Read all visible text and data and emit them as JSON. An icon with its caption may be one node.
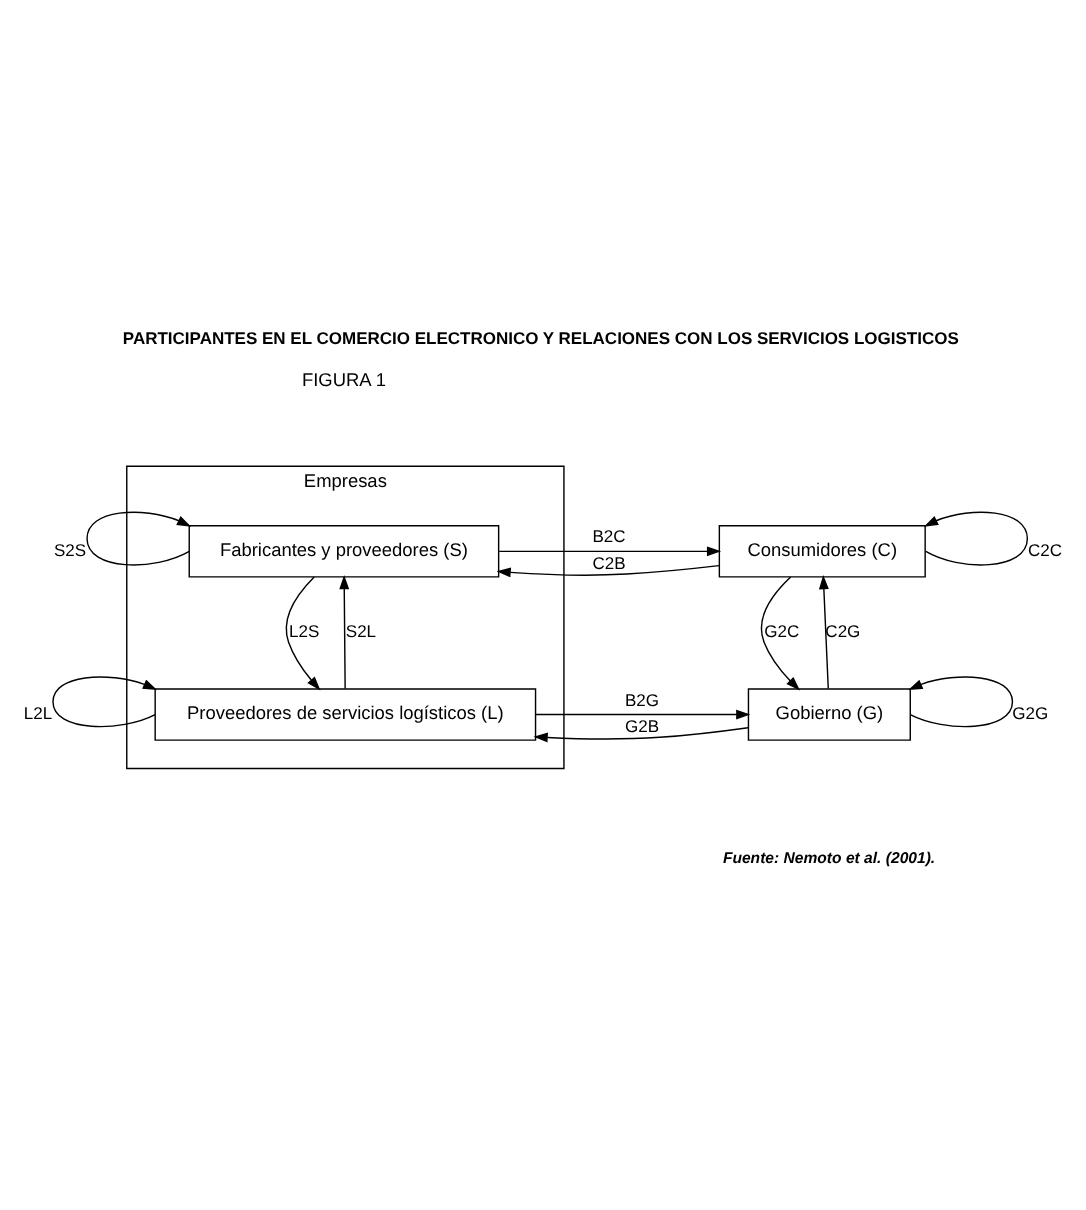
{
  "diagram": {
    "title": "PARTICIPANTES EN EL COMERCIO ELECTRONICO Y RELACIONES CON LOS SERVICIOS LOGISTICOS",
    "caption": "Fuente: Nemoto et al. (2001).",
    "nodes": [
      {
        "text": [
          "Empresas"
        ]
      },
      {
        "text": [
          "Fabricantes y proveedores (S)"
        ],
        "in": 0
      },
      {
        "text": [
          "Proveedores de servicios logísticos (L)"
        ],
        "in": 0
      },
      {
        "text": [
          "Consumidores (C)"
        ]
      },
      {
        "text": [
          "Gobierno (G)"
        ]
      }
    ],
    "edges": [
      {
        "from": 1,
        "to": 1,
        "arrow": "to",
        "label": "S2S"
      },
      {
        "from": 3,
        "to": 3,
        "arrow": "to",
        "label": "C2C"
      },
      {
        "from": 1,
        "to": 3,
        "arrow": "to",
        "label": "B2C"
      },
      {
        "from": 3,
        "to": 1,
        "arrow": "to",
        "label": "C2B"
      },
      {
        "from": 2,
        "to": 1,
        "arrow": "to",
        "label": "S2L"
      },
      {
        "from": 1,
        "to": 2,
        "arrow": "to",
        "label": "L2S"
      },
      {
        "from": 4,
        "to": 3,
        "arrow": "to",
        "label": "C2G"
      },
      {
        "from": 3,
        "to": 4,
        "arrow": "to",
        "label": "G2C"
      },
      {
        "from": 2,
        "to": 4,
        "arrow": "to",
        "label": "B2G"
      },
      {
        "from": 4,
        "to": 2,
        "arrow": "to",
        "label": "G2B"
      },
      {
        "from": 2,
        "to": 2,
        "arrow": "to",
        "label": "L2L"
      },
      {
        "from": 4,
        "to": 4,
        "arrow": "to",
        "label": "G2G"
      }
    ],
    "labels": [
      "FIGURA 1"
    ]
  }
}
